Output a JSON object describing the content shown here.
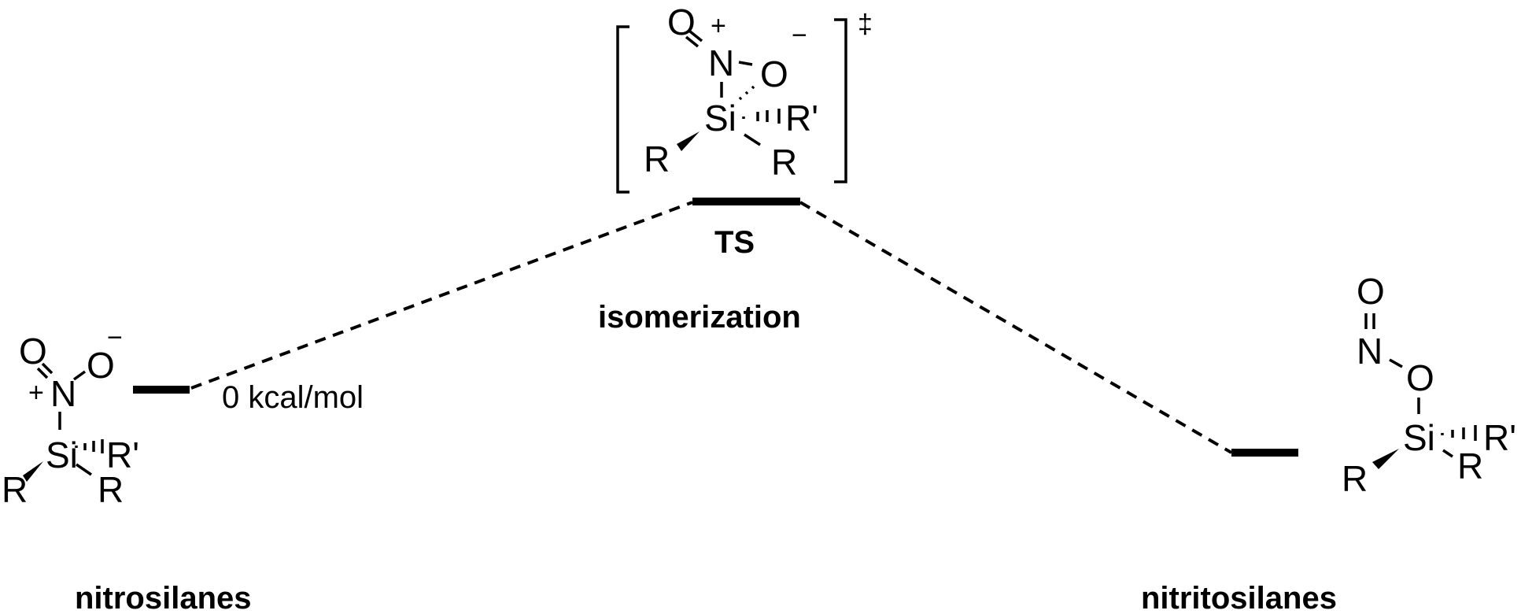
{
  "levels": {
    "reactant": {
      "label": "nitrosilanes",
      "energy": "0 kcal/mol"
    },
    "ts": {
      "label": "TS",
      "sublabel": "isomerization",
      "dagger": "‡"
    },
    "product": {
      "label": "nitritosilanes"
    }
  },
  "atoms": {
    "O": "O",
    "N": "N",
    "Si": "Si",
    "R": "R",
    "Rp": "R'",
    "plus": "+",
    "minus": "−"
  }
}
